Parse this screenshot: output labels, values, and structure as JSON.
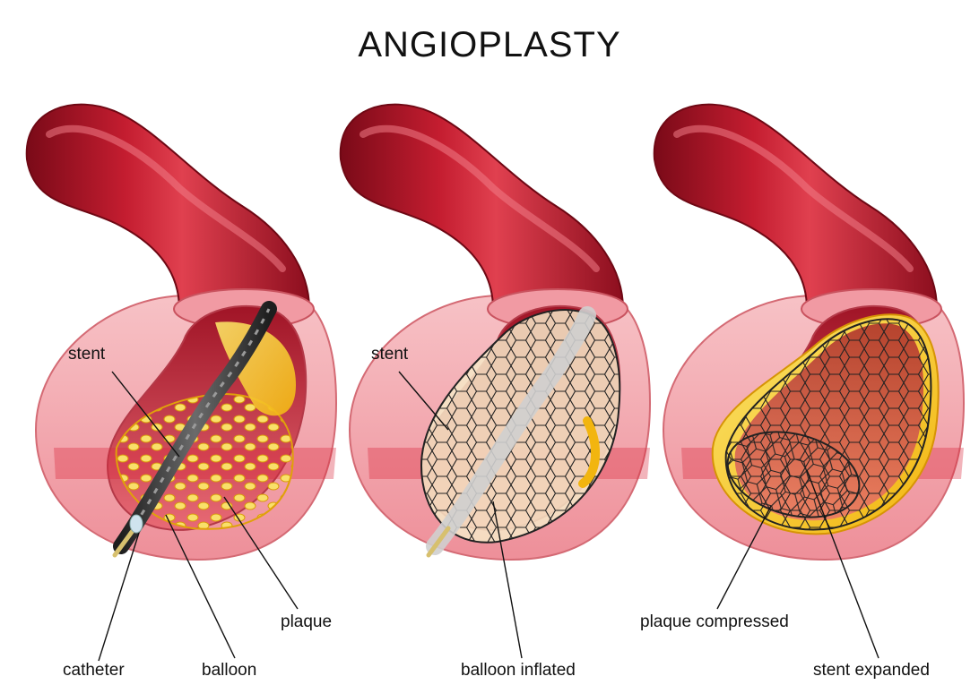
{
  "title": "ANGIOPLASTY",
  "colors": {
    "vessel_dark": "#8a0d1c",
    "vessel_mid": "#c81f33",
    "vessel_light": "#f59aa3",
    "wall_pink": "#f4b4ba",
    "plaque_yellow": "#f7d21a",
    "plaque_light": "#fff0a0",
    "catheter": "#3a3a3a",
    "stent_line": "#222222"
  },
  "panels": [
    {
      "id": "panel-1",
      "labels": {
        "stent": "stent",
        "catheter": "catheter",
        "balloon": "balloon",
        "plaque": "plaque"
      }
    },
    {
      "id": "panel-2",
      "labels": {
        "stent": "stent",
        "balloon_inflated": "balloon inflated"
      }
    },
    {
      "id": "panel-3",
      "labels": {
        "plaque_compressed": "plaque compressed",
        "stent_expanded": "stent expanded"
      }
    }
  ]
}
